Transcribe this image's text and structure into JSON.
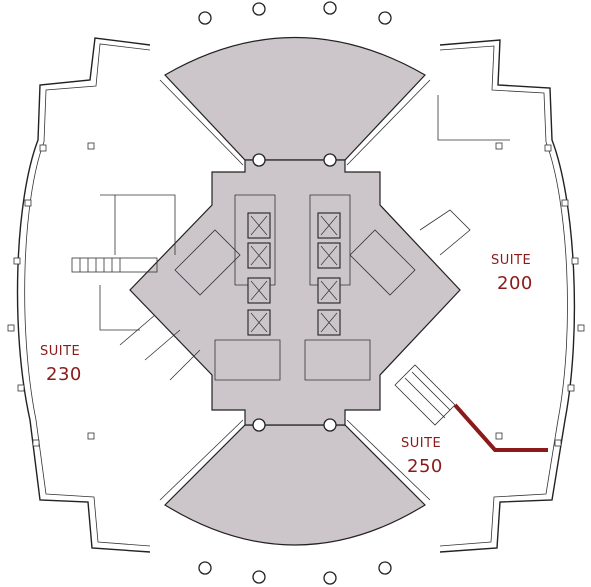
{
  "suites": [
    {
      "id": "200",
      "word": "SUITE",
      "number": "200"
    },
    {
      "id": "230",
      "word": "SUITE",
      "number": "230"
    },
    {
      "id": "250",
      "word": "SUITE",
      "number": "250"
    }
  ],
  "colors": {
    "core_fill": "#ccc6cb",
    "label_text": "#8b1a1a",
    "highlight_boundary": "#8b1a1a",
    "wall_stroke": "#222222"
  }
}
